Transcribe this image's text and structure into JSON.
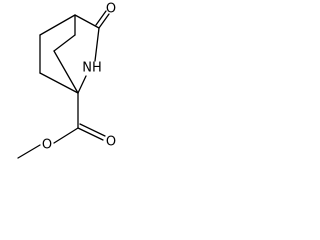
{
  "molecule": {
    "atoms": {
      "carbonyl_oxygen": "O",
      "amide_nitrogen": "NH",
      "ester_carbonyl_oxygen": "O",
      "ester_ether_oxygen": "O"
    }
  }
}
